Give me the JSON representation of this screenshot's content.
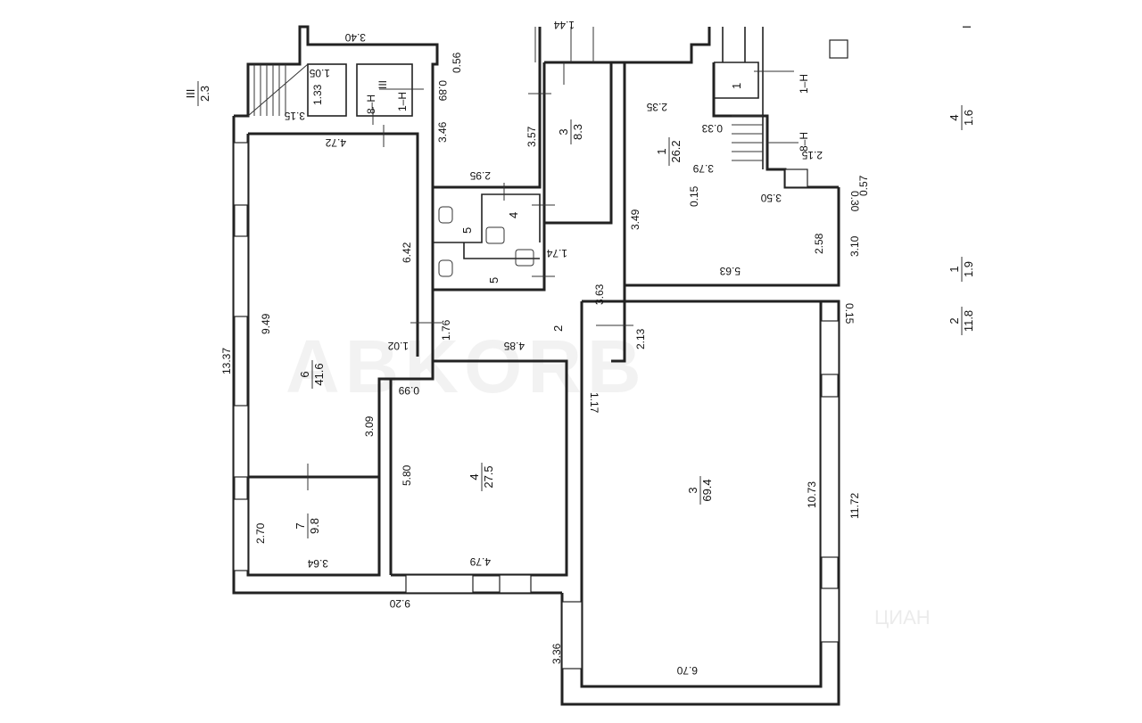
{
  "watermark": {
    "brand": "ABKORB",
    "sub": "ЦИАН"
  },
  "rooms": [
    {
      "id": "r6",
      "num": "6",
      "area": "41.6"
    },
    {
      "id": "r7",
      "num": "7",
      "area": "9.8"
    },
    {
      "id": "r4b",
      "num": "4",
      "area": "27.5"
    },
    {
      "id": "r3b",
      "num": "3",
      "area": "69.4"
    },
    {
      "id": "r1",
      "num": "1",
      "area": "26.2"
    },
    {
      "id": "r3s",
      "num": "3",
      "area": "8.3"
    }
  ],
  "small_labels": {
    "r4": "4",
    "r5a": "5",
    "r5b": "5",
    "r2": "2",
    "st1": "1",
    "h1a": "1–H",
    "h8a": "8–H",
    "h1b": "1–H",
    "h8b": "8–H",
    "t3": "III"
  },
  "fractions": [
    {
      "id": "f4",
      "num": "4",
      "den": "1.6"
    },
    {
      "id": "f1",
      "num": "1",
      "den": "1.9"
    },
    {
      "id": "f2",
      "num": "2",
      "den": "11.8"
    },
    {
      "id": "fIII",
      "num": "III",
      "den": "2.3"
    }
  ],
  "corner_mark": "I",
  "dimensions": {
    "d340": "3.40",
    "d056": "0.56",
    "d144": "1.44",
    "d105": "1.05",
    "d133": "1.33",
    "d315": "3.15",
    "d089": "0.89",
    "d346": "3.46",
    "d472": "4.72",
    "d357": "3.57",
    "d235": "2.35",
    "d033": "0.33",
    "d295": "2.95",
    "d379": "3.79",
    "d215": "2.15",
    "d015a": "0.15",
    "d350": "3.50",
    "d057": "0.57",
    "d030": "0.30",
    "d349": "3.49",
    "d642": "6.42",
    "d174": "1.74",
    "d258": "2.58",
    "d310": "3.10",
    "d949": "9.49",
    "d563": "5.63",
    "d363": "3.63",
    "d015b": "0.15",
    "d176": "1.76",
    "d102": "1.02",
    "d485": "4.85",
    "d213": "2.13",
    "d1337": "13.37",
    "d099": "0.99",
    "d117": "1.17",
    "d309": "3.09",
    "d580": "5.80",
    "d1073": "10.73",
    "d1172": "11.72",
    "d270": "2.70",
    "d364": "3.64",
    "d479": "4.79",
    "d920": "9.20",
    "d336": "3.36",
    "d670": "6.70"
  }
}
